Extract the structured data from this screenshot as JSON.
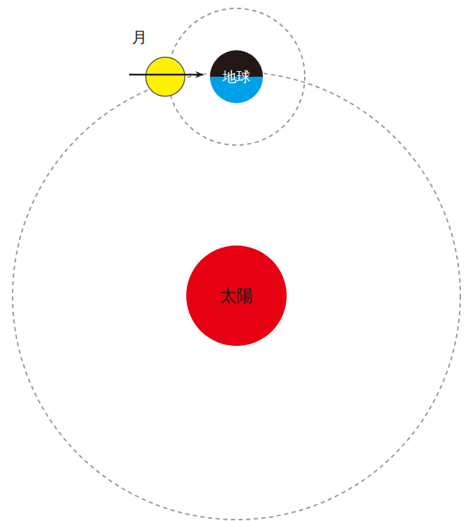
{
  "diagram": {
    "nodes": [
      {
        "text": [
          "月"
        ]
      },
      {
        "text": [
          "地球"
        ]
      },
      {
        "text": [
          "太陽"
        ]
      }
    ],
    "edges": [
      {
        "from": 0,
        "to": 1,
        "arrow": "to"
      }
    ]
  }
}
